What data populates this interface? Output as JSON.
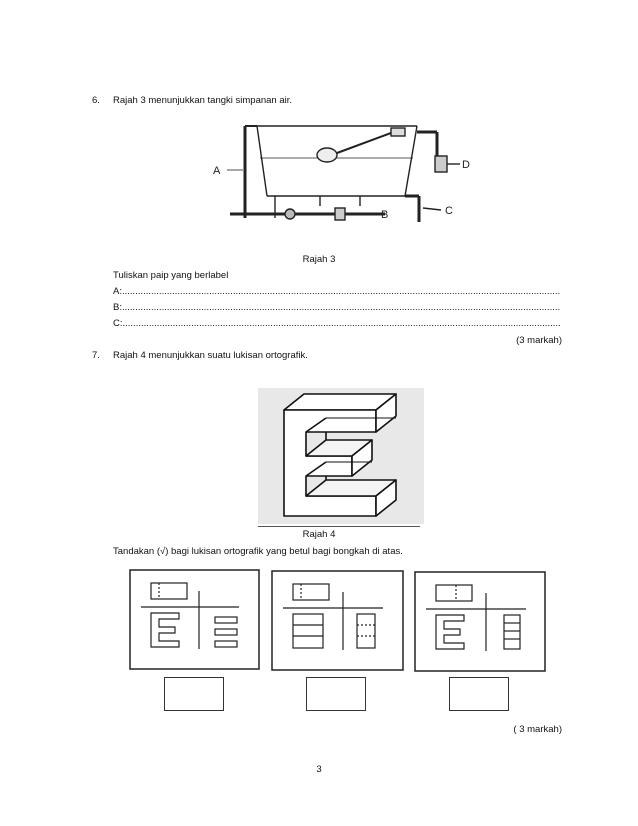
{
  "q6": {
    "number": "6.",
    "text": "Rajah 3 menunjukkan tangki simpanan air.",
    "diagram_labels": {
      "a": "A",
      "b": "B",
      "c": "C",
      "d": "D"
    },
    "caption": "Rajah 3",
    "instruction": "Tuliskan paip yang berlabel",
    "answer_lines": [
      {
        "label": "A:",
        "dots": "................................................................................................................................................................................................."
      },
      {
        "label": "B:",
        "dots": "................................................................................................................................................................................................."
      },
      {
        "label": "C:",
        "dots": "................................................................................................................................................................................................."
      }
    ],
    "marks": "(3 markah)"
  },
  "q7": {
    "number": "7.",
    "text": "Rajah 4 menunjukkan suatu lukisan ortografik.",
    "caption": "Rajah 4",
    "instruction": "Tandakan (√) bagi lukisan ortografik yang betul bagi bongkah di atas.",
    "marks": "( 3 markah)"
  },
  "page_number": "3"
}
